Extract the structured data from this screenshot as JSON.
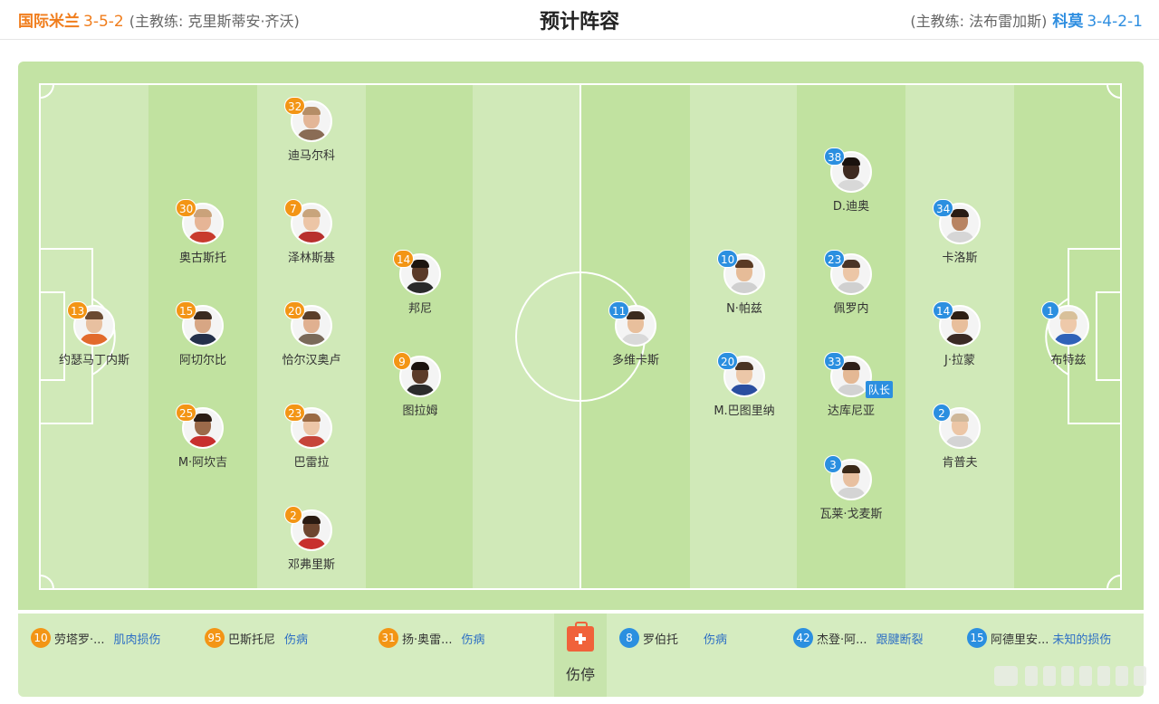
{
  "header": {
    "home_team": "国际米兰",
    "home_formation": "3-5-2",
    "home_coach": "(主教练: 克里斯蒂安·齐沃)",
    "title": "预计阵容",
    "away_coach": "(主教练: 法布雷加斯)",
    "away_team": "科莫",
    "away_formation": "3-4-2-1"
  },
  "colors": {
    "home": "#f39515",
    "away": "#2b8fe0",
    "pitch": "#c3e3a4"
  },
  "home_players": [
    {
      "num": "13",
      "name": "约瑟马丁内斯"
    },
    {
      "num": "30",
      "name": "奥古斯托"
    },
    {
      "num": "15",
      "name": "阿切尔比"
    },
    {
      "num": "25",
      "name": "M·阿坎吉"
    },
    {
      "num": "32",
      "name": "迪马尔科"
    },
    {
      "num": "7",
      "name": "泽林斯基"
    },
    {
      "num": "20",
      "name": "恰尔汉奥卢"
    },
    {
      "num": "23",
      "name": "巴雷拉"
    },
    {
      "num": "2",
      "name": "邓弗里斯"
    },
    {
      "num": "14",
      "name": "邦尼"
    },
    {
      "num": "9",
      "name": "图拉姆"
    }
  ],
  "away_players": [
    {
      "num": "11",
      "name": "多维卡斯"
    },
    {
      "num": "10",
      "name": "N·帕兹"
    },
    {
      "num": "20",
      "name": "M.巴图里纳"
    },
    {
      "num": "38",
      "name": "D.迪奥"
    },
    {
      "num": "23",
      "name": "佩罗内"
    },
    {
      "num": "33",
      "name": "达库尼亚"
    },
    {
      "num": "3",
      "name": "瓦莱·戈麦斯"
    },
    {
      "num": "34",
      "name": "卡洛斯"
    },
    {
      "num": "14",
      "name": "J·拉蒙"
    },
    {
      "num": "2",
      "name": "肯普夫"
    },
    {
      "num": "1",
      "name": "布特兹"
    }
  ],
  "captain_label": "队长",
  "injuries": {
    "label": "伤停",
    "home": [
      {
        "num": "10",
        "name": "劳塔罗·...",
        "reason": "肌肉损伤"
      },
      {
        "num": "95",
        "name": "巴斯托尼",
        "reason": "伤病"
      },
      {
        "num": "31",
        "name": "扬·奥雷...",
        "reason": "伤病"
      }
    ],
    "away": [
      {
        "num": "8",
        "name": "罗伯托",
        "reason": "伤病"
      },
      {
        "num": "42",
        "name": "杰登·阿...",
        "reason": "跟腱断裂"
      },
      {
        "num": "15",
        "name": "阿德里安...",
        "reason": "未知的损伤"
      }
    ]
  }
}
